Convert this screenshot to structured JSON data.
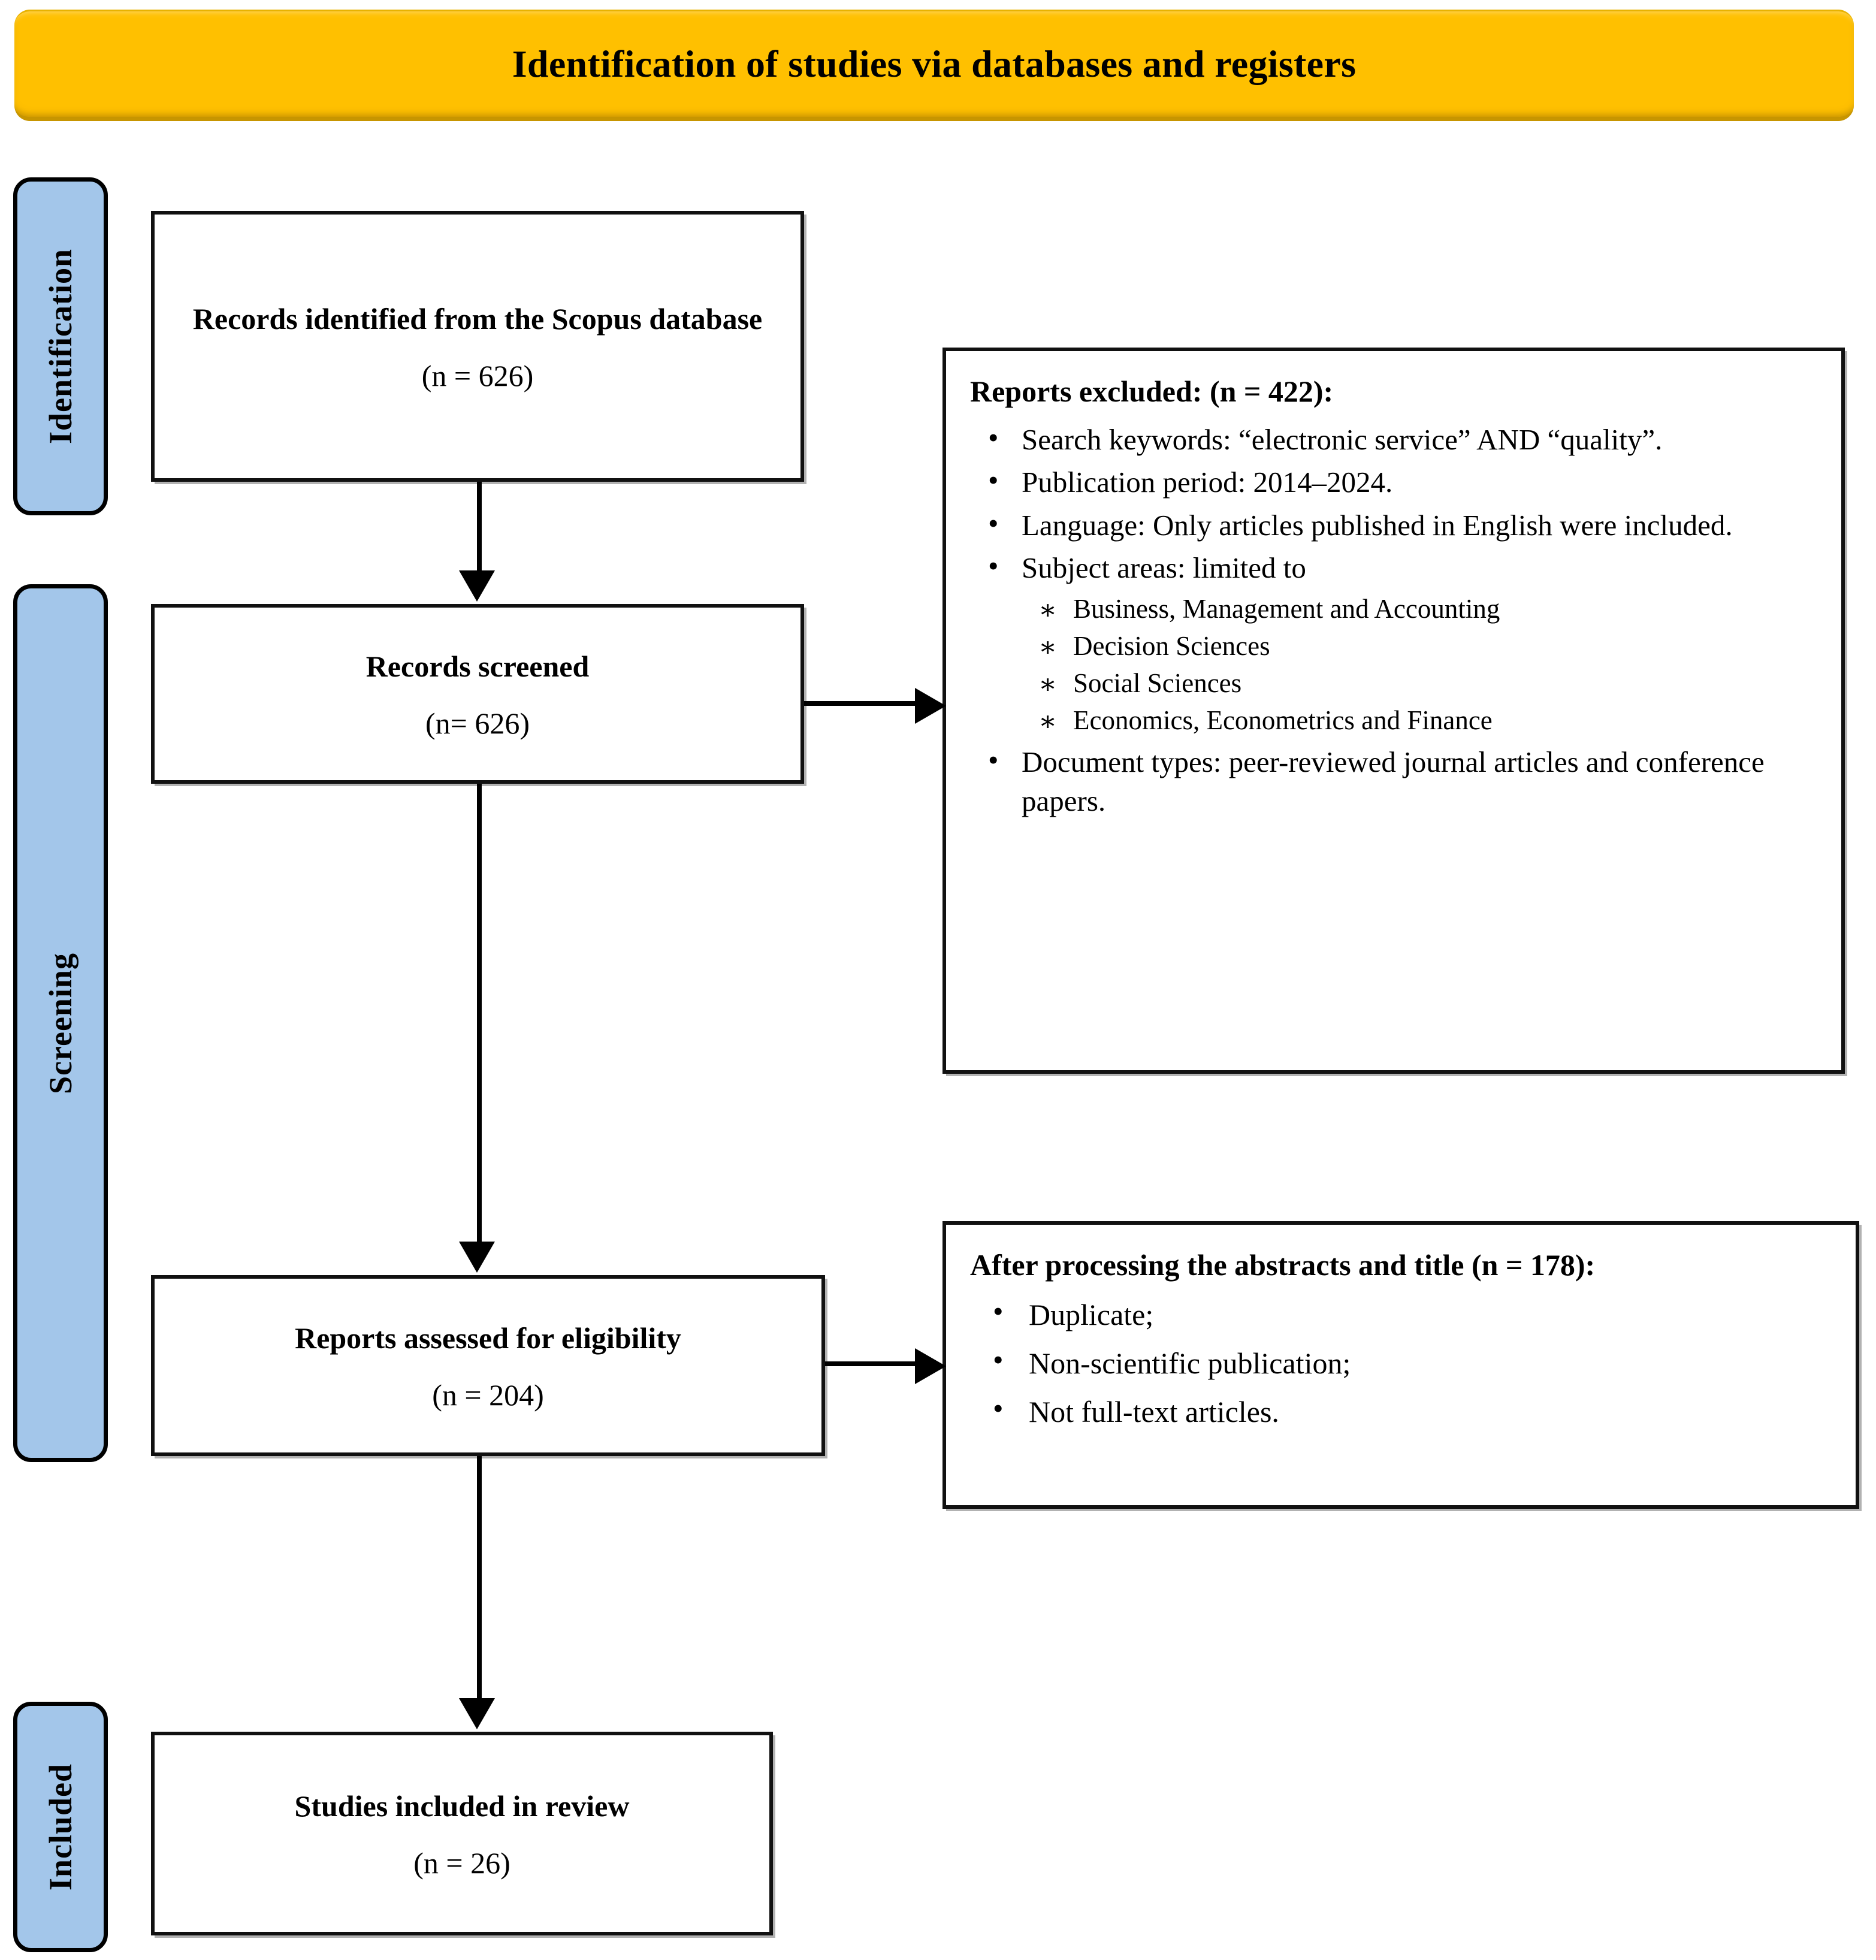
{
  "header": {
    "title": "Identification of studies via databases and registers",
    "color": "#FFC000"
  },
  "stages": {
    "identification": "Identification",
    "screening": "Screening",
    "included": "Included",
    "color": "#A3C6EA"
  },
  "flow": {
    "identified": {
      "title": "Records identified from the Scopus database",
      "count": "(n = 626)"
    },
    "screened": {
      "title": "Records screened",
      "count": "(n= 626)"
    },
    "eligible": {
      "title": "Reports assessed for eligibility",
      "count": "(n = 204)"
    },
    "included": {
      "title": "Studies included in review",
      "count": "(n = 26)"
    }
  },
  "excluded": {
    "heading": "Reports excluded: (n = 422):",
    "bullets": [
      "Search keywords: “electronic service” AND “quality”.",
      "Publication period: 2014–2024.",
      "Language: Only articles published in English were included.",
      "Subject areas: limited to",
      "Document types: peer-reviewed journal articles and conference papers."
    ],
    "subject_areas": [
      "Business, Management and Accounting",
      "Decision Sciences",
      "Social Sciences",
      "Economics, Econometrics and Finance"
    ]
  },
  "abstracts": {
    "heading": "After processing the abstracts and title (n = 178):",
    "bullets": [
      "Duplicate;",
      "Non-scientific publication;",
      "Not full-text articles."
    ]
  }
}
